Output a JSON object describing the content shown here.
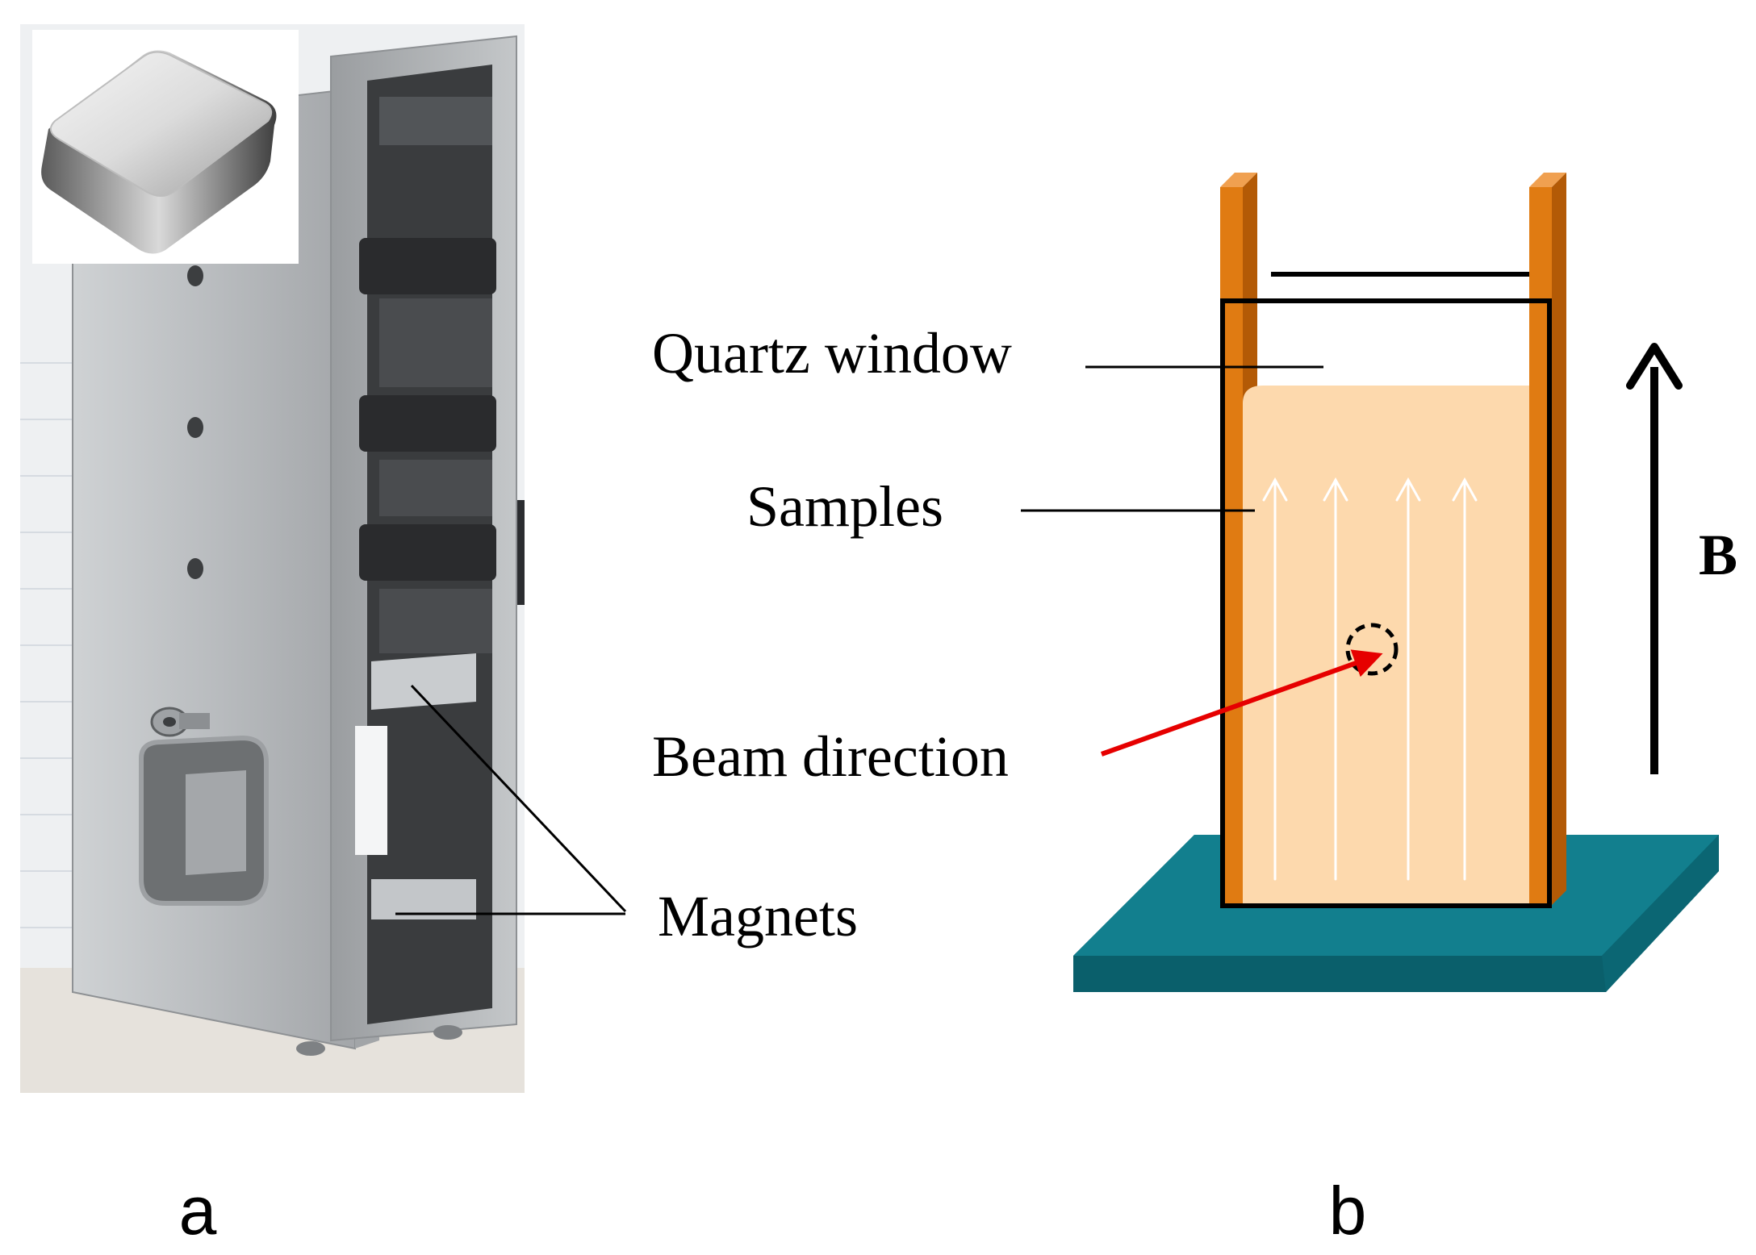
{
  "figure": {
    "panel_a": {
      "panel_label": "a",
      "callout_label": "Magnets",
      "colors": {
        "aluminum": "#b9bcbf",
        "dark_slot": "#3a3c3e",
        "background_paper": "#eef0f2"
      }
    },
    "panel_b": {
      "panel_label": "b",
      "labels": {
        "quartz_window": "Quartz window",
        "samples": "Samples",
        "beam_direction": "Beam direction",
        "field": "B"
      },
      "colors": {
        "frame_orange": "#e07b12",
        "frame_orange_dark": "#b35a06",
        "sample_fill": "#fdd9ad",
        "base_teal": "#127f8e",
        "base_teal_dark": "#0a5f6b",
        "beam_arrow": "#e60000",
        "field_arrow": "#000000"
      }
    }
  }
}
